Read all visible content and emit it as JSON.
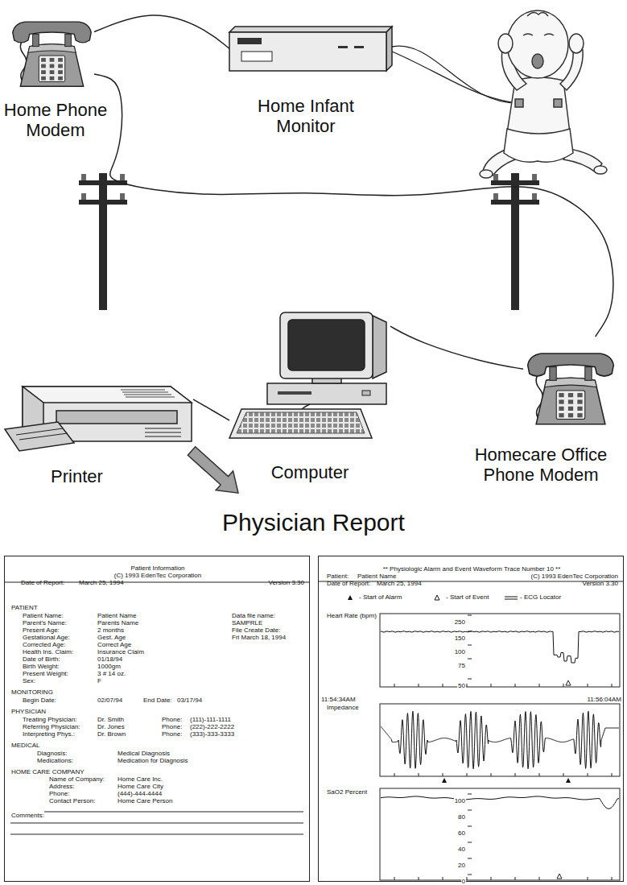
{
  "diagram": {
    "title": "Physician Report",
    "nodes": [
      {
        "text": [
          "Home Phone Modem"
        ]
      },
      {
        "text": [
          "Home Infant Monitor"
        ]
      },
      {
        "text": [
          "Printer"
        ]
      },
      {
        "text": [
          "Computer"
        ]
      },
      {
        "text": [
          "Homecare Office Phone Modem"
        ]
      },
      {
        "text": [
          "Patient Information",
          "(C) 1993 EdenTec Corporation",
          "Date of Report:",
          "March 25, 1994",
          "Version 3.30",
          "PATIENT",
          "Patient Name:",
          "Patient Name",
          "Parent's Name:",
          "Parents Name",
          "Present Age:",
          "2 months",
          "Gestational Age:",
          "Gest. Age",
          "Corrected Age:",
          "Correct Age",
          "Health Ins. Claim:",
          "Insurance Claim",
          "Date of Birth:",
          "01/18/94",
          "Birth Weight:",
          "1000gm",
          "Present Weight:",
          "3 # 14 oz.",
          "Sex:",
          "F",
          "Data file name:",
          "SAMPRLE",
          "File Create Date:",
          "Fri March 18, 1994",
          "MONITORING",
          "Begin Date:",
          "02/07/94",
          "End Date:",
          "03/17/94",
          "PHYSICIAN",
          "Treating Physician:",
          "Dr. Smith",
          "Phone:",
          "(111)-111-1111",
          "Referring Physician:",
          "Dr. Jones",
          "Phone:",
          "(222)-222-2222",
          "Interpreting Phys.:",
          "Dr. Brown",
          "Phone:",
          "(333)-333-3333",
          "MEDICAL",
          "Diagnosis:",
          "Medical Diagnosis",
          "Medications:",
          "Medication for Diagnosis",
          "HOME CARE COMPANY",
          "Name of Company:",
          "Home Care Inc.",
          "Address:",
          "Home Care City",
          "Phone:",
          "(444)-444-4444",
          "Contact Person:",
          "Home Care Person",
          "Comments:"
        ]
      },
      {
        "text": [
          "** Physiologic Alarm and Event Waveform Trace Number 10 **",
          "Patient:",
          "Patient Name",
          "(C) 1993 EdenTec Corporation",
          "Date of Report:",
          "March 25, 1994",
          "Version 3.30",
          "Heart Rate (bpm)",
          "250",
          "150",
          "100",
          "75",
          "50",
          "11:54:34AM",
          "11:56:04AM",
          "Impedance",
          "SaO2 Percent",
          "100",
          "80",
          "60",
          "40",
          "20",
          "0"
        ]
      }
    ],
    "edges": [
      {
        "from": 0,
        "to": 1,
        "arrow": "none"
      },
      {
        "from": 0,
        "to": 4,
        "arrow": "none"
      },
      {
        "from": 4,
        "to": 3,
        "arrow": "none"
      },
      {
        "from": 3,
        "to": 2,
        "arrow": "none"
      }
    ],
    "legend": [
      {
        "text": "- Start of Alarm"
      },
      {
        "text": "- Start of Event"
      },
      {
        "text": "- ECG Locator"
      }
    ]
  }
}
